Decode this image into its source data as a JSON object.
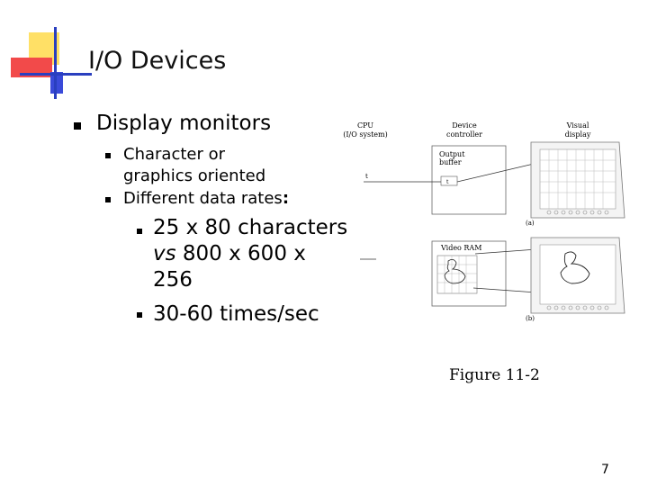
{
  "slide": {
    "title": "I/O Devices",
    "bullet1": "Display monitors",
    "sub1_line1": "Character or",
    "sub1_line2": "graphics oriented",
    "sub2": "Different data rates",
    "sub2_colon": ":",
    "sub3_line1": "25 x 80 characters",
    "sub3_vs": "vs",
    "sub3_line2_rest": " 800 x 600 x",
    "sub3_line3": "256",
    "sub4": "30-60 times/sec",
    "page_number": "7"
  },
  "figure": {
    "caption": "Figure 11-2",
    "cpu_label_1": "CPU",
    "cpu_label_2": "(I/O system)",
    "controller_label_1": "Device",
    "controller_label_2": "controller",
    "display_label_1": "Visual",
    "display_label_2": "display",
    "output_buffer_1": "Output",
    "output_buffer_2": "buffer",
    "video_ram": "Video RAM",
    "part_a": "(a)",
    "part_b": "(b)",
    "char_t": "t",
    "char_t_buffer": "t"
  }
}
